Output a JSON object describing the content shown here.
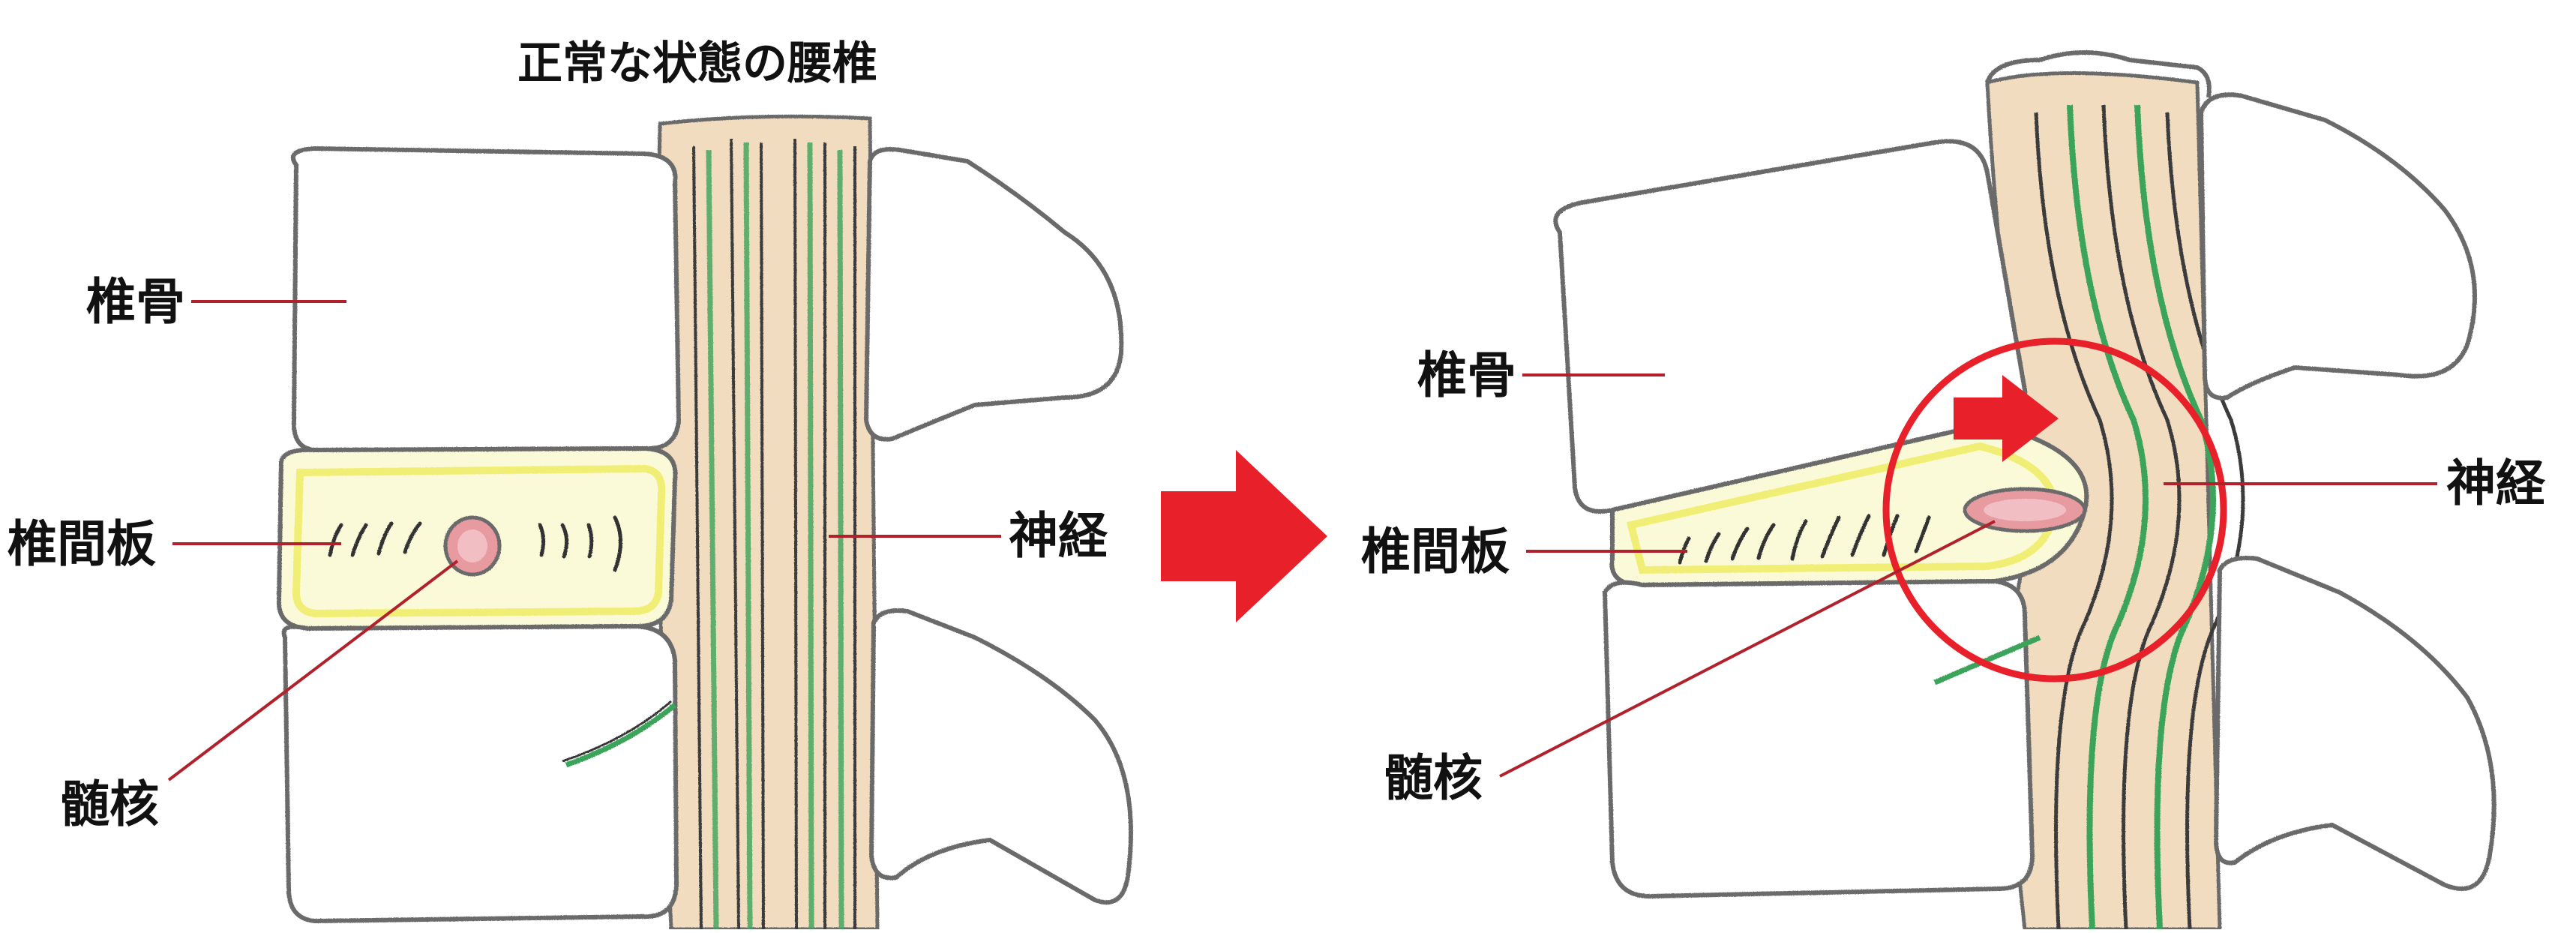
{
  "figure": {
    "title": "正常な状態の腰椎",
    "left_labels": {
      "vertebra": "椎骨",
      "disc": "椎間板",
      "nucleus": "髄核",
      "nerve": "神経"
    },
    "right_labels": {
      "vertebra": "椎骨",
      "disc": "椎間板",
      "nucleus": "髄核",
      "nerve": "神経"
    },
    "colors": {
      "outline": "#6b6b6b",
      "nerve_green": "#3aa35a",
      "disc_yellow": "#f0ec6a",
      "nucleus_pink": "#e79aa0",
      "leader_line": "#b0212b",
      "arrow_red": "#e8202a",
      "canal_tan": "#f1dcc0"
    },
    "arrow_icon": "right-arrow-icon"
  }
}
